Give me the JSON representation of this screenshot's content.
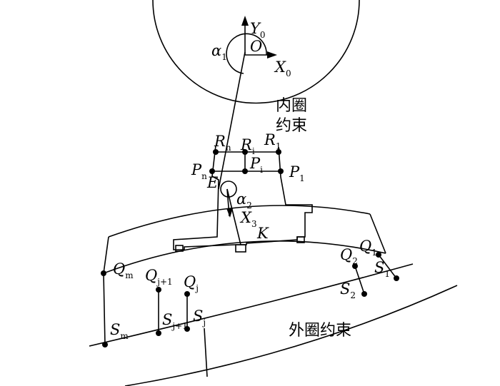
{
  "labels": {
    "Y0": {
      "main": "Y",
      "sub": "0"
    },
    "O": {
      "main": "O",
      "sub": ""
    },
    "alpha1": {
      "main": "α",
      "sub": "1"
    },
    "X0": {
      "main": "X",
      "sub": "0"
    },
    "Rn": {
      "main": "R",
      "sub": "n"
    },
    "Ri": {
      "main": "R",
      "sub": "i"
    },
    "R1": {
      "main": "R",
      "sub": "1"
    },
    "Pn": {
      "main": "P",
      "sub": "n"
    },
    "Pi": {
      "main": "P",
      "sub": "i"
    },
    "P1": {
      "main": "P",
      "sub": "1"
    },
    "E": {
      "main": "E",
      "sub": ""
    },
    "alpha2": {
      "main": "α",
      "sub": "2"
    },
    "X3": {
      "main": "X",
      "sub": "3"
    },
    "K": {
      "main": "K",
      "sub": ""
    },
    "Qm": {
      "main": "Q",
      "sub": "m"
    },
    "Qj1": {
      "main": "Q",
      "sub": "j+1"
    },
    "Qj": {
      "main": "Q",
      "sub": "j"
    },
    "Q2": {
      "main": "Q",
      "sub": "2"
    },
    "Q1": {
      "main": "Q",
      "sub": "1"
    },
    "S1": {
      "main": "S",
      "sub": "1"
    },
    "S2": {
      "main": "S",
      "sub": "2"
    },
    "Sm": {
      "main": "S",
      "sub": "m"
    },
    "Sj1": {
      "main": "S",
      "sub": "j+1"
    },
    "Sj": {
      "main": "S",
      "sub": "j"
    }
  },
  "text": {
    "inner_line1": "内圈",
    "inner_line2": "约束",
    "outer": "外圈约束"
  }
}
